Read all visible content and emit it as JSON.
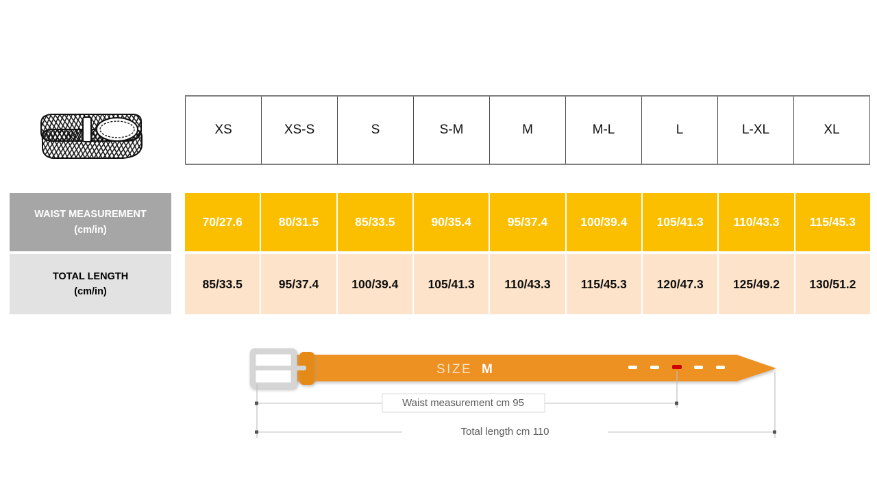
{
  "icon": {
    "product_icon_name": "braided-belt-icon"
  },
  "table": {
    "size_headers": [
      "XS",
      "XS-S",
      "S",
      "S-M",
      "M",
      "M-L",
      "L",
      "L-XL",
      "XL"
    ],
    "rows": [
      {
        "label_line1": "WAIST MEASUREMENT",
        "label_line2": "(cm/in)",
        "values": [
          "70/27.6",
          "80/31.5",
          "85/33.5",
          "90/35.4",
          "95/37.4",
          "100/39.4",
          "105/41.3",
          "110/43.3",
          "115/45.3"
        ],
        "bg_color": "#FBBF00",
        "label_bg_color": "#A6A6A6",
        "text_color": "#FFFFFF"
      },
      {
        "label_line1": "TOTAL LENGTH",
        "label_line2": "(cm/in)",
        "values": [
          "85/33.5",
          "95/37.4",
          "100/39.4",
          "105/41.3",
          "110/43.3",
          "115/45.3",
          "120/47.3",
          "125/49.2",
          "130/51.2"
        ],
        "bg_color": "#FCE3CA",
        "label_bg_color": "#E2E2E2",
        "text_color": "#0D0D0D"
      }
    ]
  },
  "belt_diagram": {
    "size_prefix": "SIZE",
    "size_value": "M",
    "belt_color": "#ED9121",
    "buckle_color": "#DDDDDD",
    "active_hole_color": "#CC0000",
    "holes_count": 5,
    "active_hole_index": 2,
    "waist_dimension_label": "Waist measurement cm 95",
    "total_dimension_label": "Total length cm 110"
  }
}
